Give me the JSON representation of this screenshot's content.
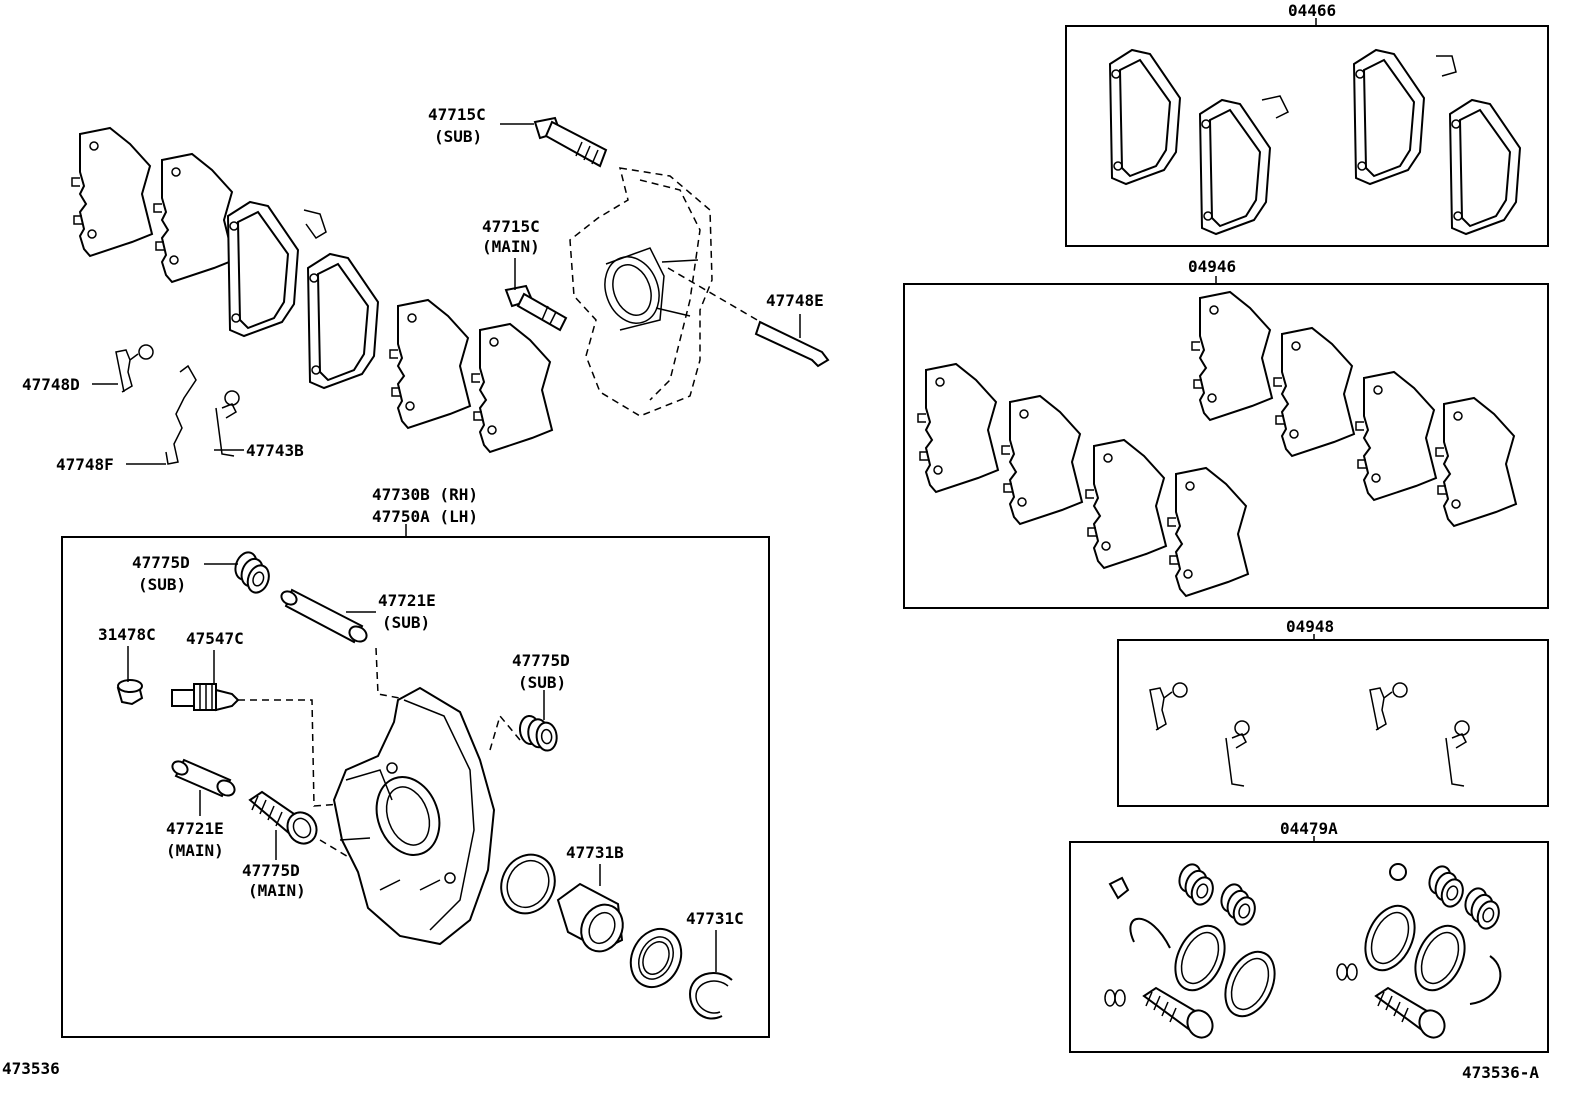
{
  "labels": {
    "p47715c_sub": "47715C",
    "p47715c_sub_note": "(SUB)",
    "p47715c_main": "47715C",
    "p47715c_main_note": "(MAIN)",
    "p47748e": "47748E",
    "p47748d": "47748D",
    "p47748f": "47748F",
    "p47743b": "47743B",
    "p47730b": "47730B (RH)",
    "p47750a": "47750A (LH)",
    "p47775d_sub1": "47775D",
    "p47775d_sub1_note": "(SUB)",
    "p47721e_sub": "47721E",
    "p47721e_sub_note": "(SUB)",
    "p31478c": "31478C",
    "p47547c": "47547C",
    "p47775d_sub2": "47775D",
    "p47775d_sub2_note": "(SUB)",
    "p47721e_main": "47721E",
    "p47721e_main_note": "(MAIN)",
    "p47775d_main": "47775D",
    "p47775d_main_note": "(MAIN)",
    "p47731b": "47731B",
    "p47731c": "47731C",
    "kit_04466": "04466",
    "kit_04946": "04946",
    "kit_04948": "04948",
    "kit_04479a": "04479A",
    "fig_left": "473536",
    "fig_right": "473536-A"
  }
}
